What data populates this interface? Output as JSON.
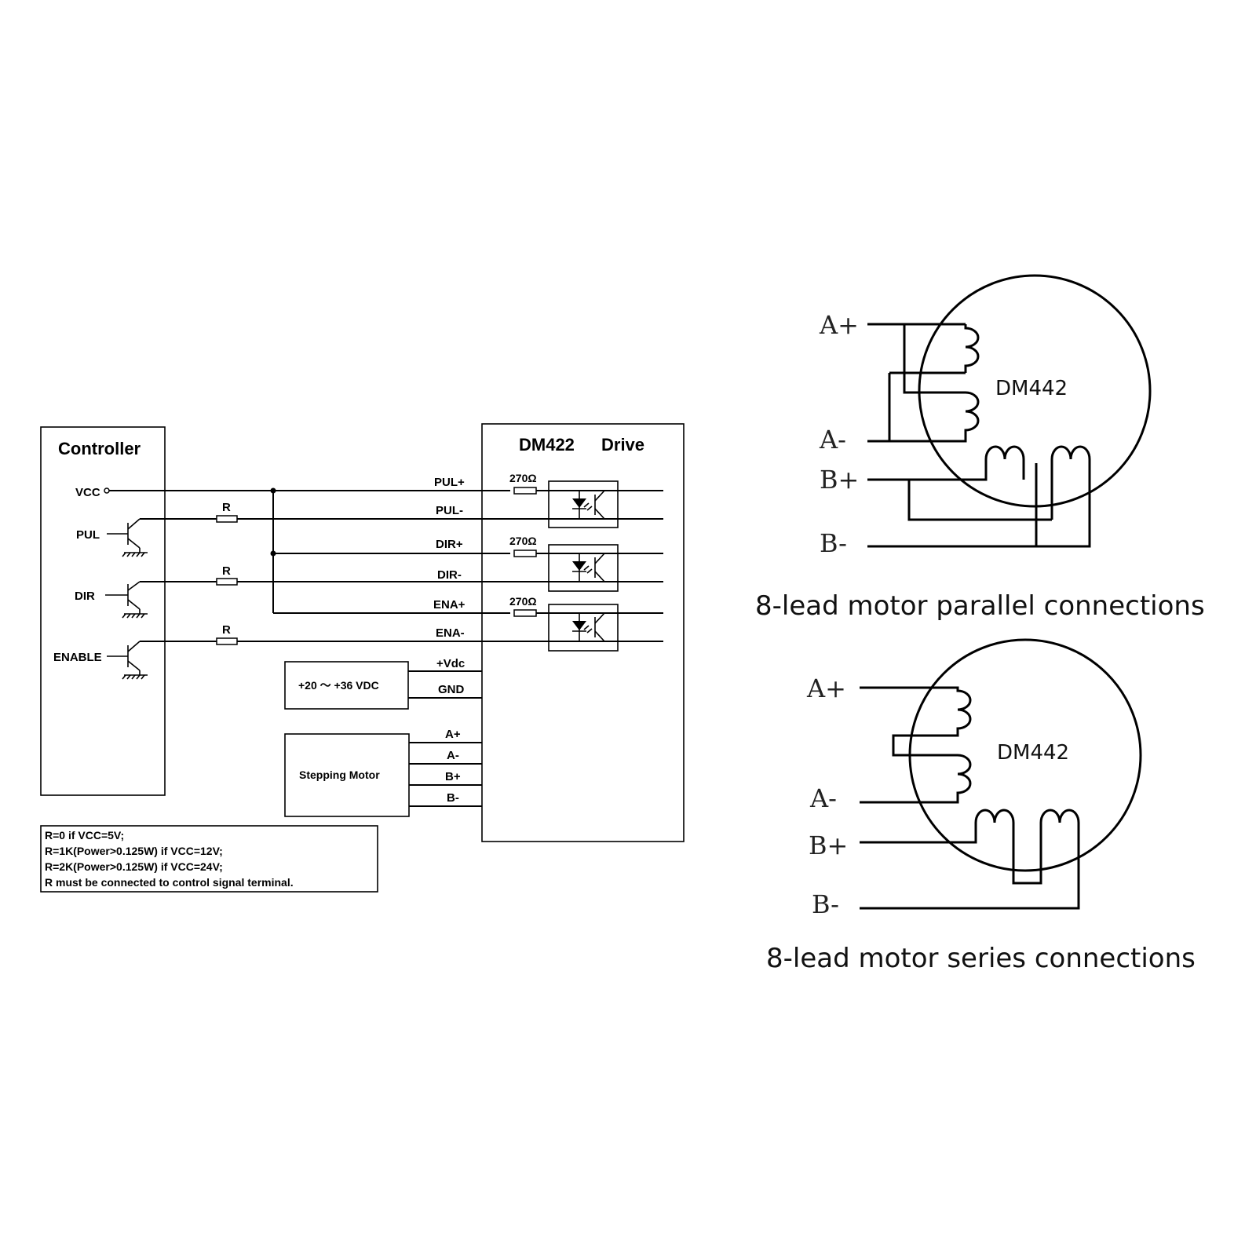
{
  "wiring": {
    "controller_title": "Controller",
    "drive_title": "DM422",
    "drive_suffix": "Drive",
    "vcc": "VCC",
    "pul": "PUL",
    "dir": "DIR",
    "enable": "ENABLE",
    "r1": "R",
    "r2": "R",
    "r3": "R",
    "pul_plus": "PUL+",
    "pul_minus": "PUL-",
    "dir_plus": "DIR+",
    "dir_minus": "DIR-",
    "ena_plus": "ENA+",
    "ena_minus": "ENA-",
    "res1": "270Ω",
    "res2": "270Ω",
    "res3": "270Ω",
    "power_supply": "+20 ～ +36 VDC",
    "vdc": "+Vdc",
    "gnd": "GND",
    "motor": "Stepping Motor",
    "a_plus": "A+",
    "a_minus": "A-",
    "b_plus": "B+",
    "b_minus": "B-",
    "notes": [
      "R=0 if VCC=5V;",
      "R=1K(Power>0.125W) if VCC=12V;",
      "R=2K(Power>0.125W) if VCC=24V;",
      "R must be connected to control signal terminal."
    ]
  },
  "parallel": {
    "a_plus": "A+",
    "a_minus": "A-",
    "b_plus": "B+",
    "b_minus": "B-",
    "model": "DM442",
    "caption": "8-lead motor parallel connections"
  },
  "series": {
    "a_plus": "A+",
    "a_minus": "A-",
    "b_plus": "B+",
    "b_minus": "B-",
    "model": "DM442",
    "caption": "8-lead motor series connections"
  }
}
